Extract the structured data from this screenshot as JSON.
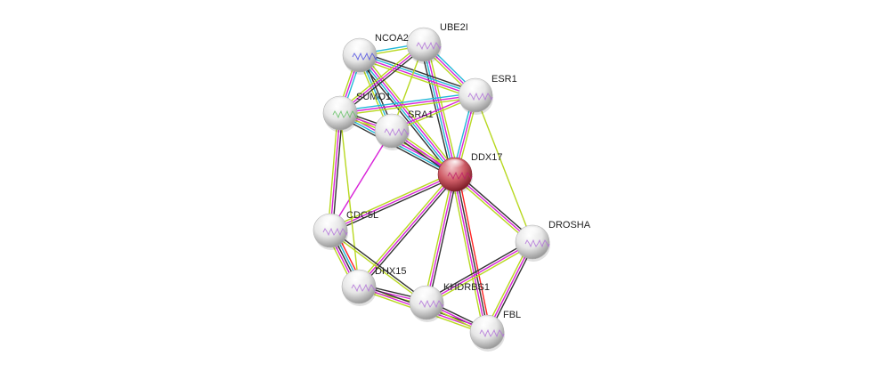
{
  "network": {
    "center": "DDX17",
    "nodes": [
      {
        "id": "DDX17",
        "label": "DDX17",
        "kind": "query",
        "color": "#c8505a"
      },
      {
        "id": "UBE2I",
        "label": "UBE2I",
        "kind": "partner",
        "color": "#e8e8e8"
      },
      {
        "id": "NCOA2",
        "label": "NCOA2",
        "kind": "partner",
        "color": "#e8e8e8"
      },
      {
        "id": "ESR1",
        "label": "ESR1",
        "kind": "partner",
        "color": "#e8e8e8"
      },
      {
        "id": "SUMO1",
        "label": "SUMO1",
        "kind": "partner",
        "color": "#e8e8e8"
      },
      {
        "id": "SRA1",
        "label": "SRA1",
        "kind": "partner",
        "color": "#e8e8e8"
      },
      {
        "id": "CDC5L",
        "label": "CDC5L",
        "kind": "partner",
        "color": "#e8e8e8"
      },
      {
        "id": "DROSHA",
        "label": "DROSHA",
        "kind": "partner",
        "color": "#e8e8e8"
      },
      {
        "id": "DHX15",
        "label": "DHX15",
        "kind": "partner",
        "color": "#e8e8e8"
      },
      {
        "id": "KHDRBS1",
        "label": "KHDRBS1",
        "kind": "partner",
        "color": "#e8e8e8"
      },
      {
        "id": "FBL",
        "label": "FBL",
        "kind": "partner",
        "color": "#e8e8e8"
      }
    ],
    "evidence_colors": {
      "gene_fusion": "#ff2222",
      "database": "#22b8d8",
      "experimental": "#d822d8",
      "textmining": "#b8d820",
      "coexpression": "#333333"
    },
    "edges": [
      {
        "a": "DDX17",
        "b": "UBE2I",
        "evidence": [
          "coexpression",
          "database",
          "experimental",
          "textmining"
        ]
      },
      {
        "a": "DDX17",
        "b": "NCOA2",
        "evidence": [
          "coexpression",
          "database",
          "experimental",
          "textmining"
        ]
      },
      {
        "a": "DDX17",
        "b": "ESR1",
        "evidence": [
          "database",
          "experimental",
          "textmining"
        ]
      },
      {
        "a": "DDX17",
        "b": "SUMO1",
        "evidence": [
          "coexpression",
          "database",
          "experimental",
          "textmining"
        ]
      },
      {
        "a": "DDX17",
        "b": "SRA1",
        "evidence": [
          "coexpression",
          "experimental",
          "textmining"
        ]
      },
      {
        "a": "DDX17",
        "b": "CDC5L",
        "evidence": [
          "coexpression",
          "experimental",
          "textmining"
        ]
      },
      {
        "a": "DDX17",
        "b": "DROSHA",
        "evidence": [
          "coexpression",
          "experimental",
          "textmining"
        ]
      },
      {
        "a": "DDX17",
        "b": "DHX15",
        "evidence": [
          "coexpression",
          "experimental",
          "textmining"
        ]
      },
      {
        "a": "DDX17",
        "b": "KHDRBS1",
        "evidence": [
          "coexpression",
          "experimental",
          "textmining"
        ]
      },
      {
        "a": "DDX17",
        "b": "FBL",
        "evidence": [
          "gene_fusion",
          "coexpression",
          "experimental",
          "textmining"
        ]
      },
      {
        "a": "NCOA2",
        "b": "UBE2I",
        "evidence": [
          "database",
          "textmining"
        ]
      },
      {
        "a": "NCOA2",
        "b": "ESR1",
        "evidence": [
          "coexpression",
          "database",
          "experimental",
          "textmining"
        ]
      },
      {
        "a": "NCOA2",
        "b": "SUMO1",
        "evidence": [
          "database",
          "experimental",
          "textmining"
        ]
      },
      {
        "a": "NCOA2",
        "b": "SRA1",
        "evidence": [
          "coexpression",
          "database",
          "textmining"
        ]
      },
      {
        "a": "UBE2I",
        "b": "ESR1",
        "evidence": [
          "database",
          "experimental",
          "textmining"
        ]
      },
      {
        "a": "UBE2I",
        "b": "SUMO1",
        "evidence": [
          "coexpression",
          "experimental",
          "textmining"
        ]
      },
      {
        "a": "UBE2I",
        "b": "SRA1",
        "evidence": [
          "textmining"
        ]
      },
      {
        "a": "SUMO1",
        "b": "ESR1",
        "evidence": [
          "database",
          "experimental",
          "textmining"
        ]
      },
      {
        "a": "SUMO1",
        "b": "SRA1",
        "evidence": [
          "coexpression",
          "experimental",
          "textmining"
        ]
      },
      {
        "a": "SRA1",
        "b": "ESR1",
        "evidence": [
          "experimental",
          "textmining"
        ]
      },
      {
        "a": "ESR1",
        "b": "DROSHA",
        "evidence": [
          "textmining"
        ]
      },
      {
        "a": "SRA1",
        "b": "CDC5L",
        "evidence": [
          "experimental"
        ]
      },
      {
        "a": "SUMO1",
        "b": "CDC5L",
        "evidence": [
          "coexpression",
          "experimental",
          "textmining"
        ]
      },
      {
        "a": "SUMO1",
        "b": "DHX15",
        "evidence": [
          "textmining"
        ]
      },
      {
        "a": "CDC5L",
        "b": "DHX15",
        "evidence": [
          "gene_fusion",
          "database",
          "coexpression",
          "experimental",
          "textmining"
        ]
      },
      {
        "a": "CDC5L",
        "b": "KHDRBS1",
        "evidence": [
          "coexpression",
          "textmining"
        ]
      },
      {
        "a": "DHX15",
        "b": "KHDRBS1",
        "evidence": [
          "coexpression",
          "experimental",
          "textmining"
        ]
      },
      {
        "a": "DHX15",
        "b": "FBL",
        "evidence": [
          "coexpression",
          "experimental",
          "textmining"
        ]
      },
      {
        "a": "KHDRBS1",
        "b": "FBL",
        "evidence": [
          "coexpression",
          "experimental",
          "textmining"
        ]
      },
      {
        "a": "KHDRBS1",
        "b": "DROSHA",
        "evidence": [
          "coexpression",
          "experimental",
          "textmining"
        ]
      },
      {
        "a": "DROSHA",
        "b": "FBL",
        "evidence": [
          "coexpression",
          "experimental",
          "textmining"
        ]
      }
    ]
  }
}
